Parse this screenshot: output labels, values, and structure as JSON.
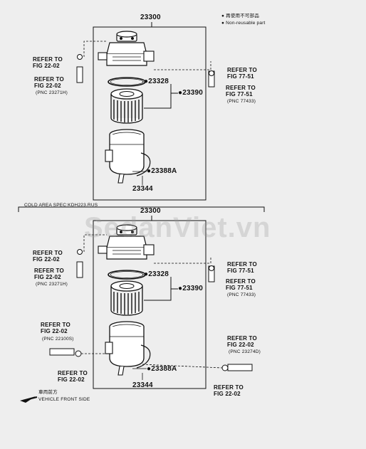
{
  "legend": {
    "line1": "● 再使用不可部品",
    "line2": "● Non-reusable part"
  },
  "top": {
    "main_part": "23300",
    "ref_left1": [
      "REFER TO",
      "FIG 22-02"
    ],
    "ref_left2": [
      "REFER TO",
      "FIG 22-02",
      "(PNC 23271H)"
    ],
    "ref_right1": [
      "REFER TO",
      "FIG 77-51"
    ],
    "ref_right2": [
      "REFER TO",
      "FIG 77-51",
      "(PNC 77433)"
    ],
    "p_oring": "●23328",
    "p_element": "●23390",
    "p_sensor": "●23388A",
    "p_bottom": "23344"
  },
  "bottom": {
    "section_label": "COLD AREA SPEC:KDH223.RUS",
    "main_part": "23300",
    "ref_left1": [
      "REFER TO",
      "FIG 22-02"
    ],
    "ref_left2": [
      "REFER TO",
      "FIG 22-02",
      "(PNC 23271H)"
    ],
    "ref_right1": [
      "REFER TO",
      "FIG 77-51"
    ],
    "ref_right2": [
      "REFER TO",
      "FIG 77-51",
      "(PNC 77433)"
    ],
    "ref_left3": [
      "REFER TO",
      "FIG 22-02",
      "(PNC 22100S)"
    ],
    "ref_left4": [
      "REFER TO",
      "FIG 22-02"
    ],
    "ref_right3": [
      "REFER TO",
      "FIG 22-02",
      "(PNC 23274D)"
    ],
    "ref_right4": [
      "REFER TO",
      "FIG 22-02"
    ],
    "p_oring": "●23328",
    "p_element": "●23390",
    "p_sensor": "●23388A",
    "p_bottom": "23344",
    "front_jp": "車両前方",
    "front_en": "VEHICLE FRONT SIDE"
  },
  "watermark": "SedanViet.vn"
}
